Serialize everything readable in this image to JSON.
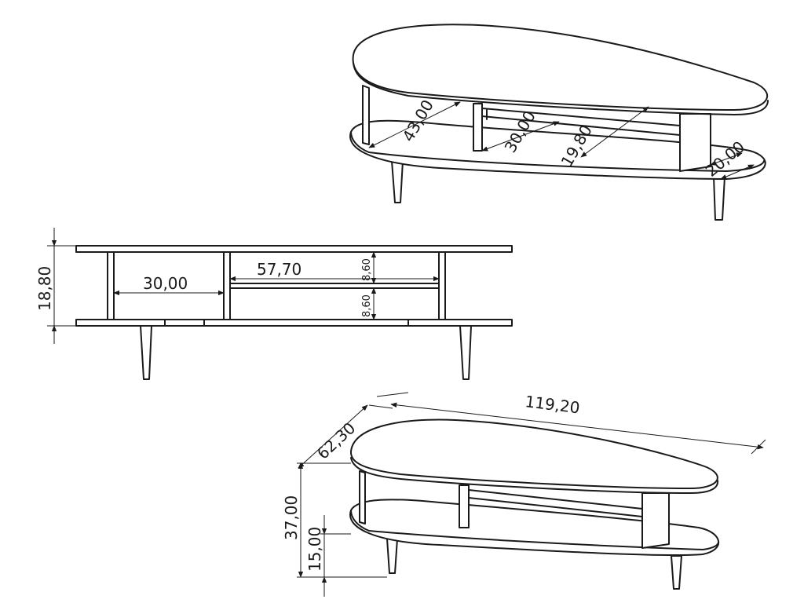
{
  "dimensions": {
    "top_view": {
      "shelf_depth": "43,00",
      "center_gap": "30,00",
      "shelf_opening": "19,80",
      "end_depth": "20,00"
    },
    "front_view": {
      "height": "18,80",
      "left_bay_width": "30,00",
      "right_bay_width": "57,70",
      "upper_opening": "8,60",
      "lower_opening": "8,60"
    },
    "overall_view": {
      "length": "119,20",
      "width": "62,30",
      "total_height": "37,00",
      "leg_height": "15,00"
    }
  }
}
